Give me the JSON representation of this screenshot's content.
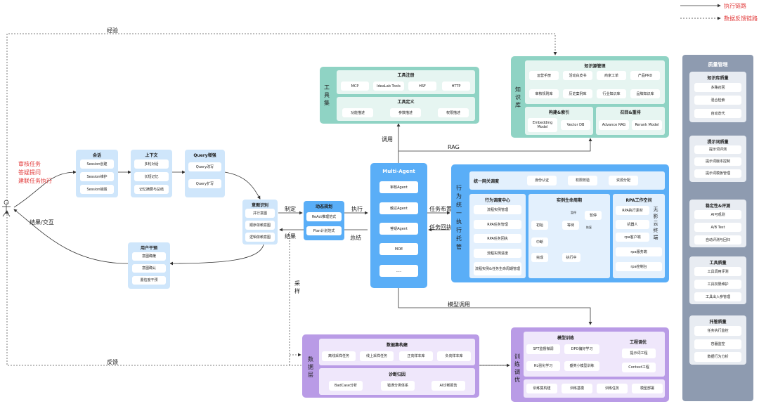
{
  "legend": {
    "exec": "执行链路",
    "feedback": "数据反馈链路"
  },
  "user": {
    "tasks": [
      "审核任务",
      "答疑提问",
      "建联任务执行"
    ],
    "result": "结果/交互"
  },
  "top_label": "经验",
  "bottom_label": "反馈",
  "session": {
    "title": "会话",
    "items": [
      "Session创建",
      "Session维护",
      "Session销毁"
    ]
  },
  "context": {
    "title": "上下文",
    "items": [
      "多轮对话",
      "长短记忆",
      "记忆摘要与总结"
    ]
  },
  "query": {
    "title": "Query增强",
    "items": [
      "Query改写",
      "Query扩写"
    ]
  },
  "intent": {
    "title": "意图识别",
    "items": [
      "并行意图",
      "顺序依赖意图",
      "逻辑依赖意图"
    ]
  },
  "userint": {
    "title": "用户干预",
    "items": [
      "意图确権",
      "意图确认",
      "置信度干预"
    ]
  },
  "plan": {
    "title": "动态规划",
    "items": [
      "ReAct推理范式",
      "Plan计划范式"
    ]
  },
  "edges": {
    "make": "制定",
    "exec": "执行",
    "result": "结果",
    "summary": "总结",
    "sample": "采样",
    "call": "调用",
    "rag": "RAG",
    "assign": "任务布置",
    "back": "任务回执",
    "model_call": "模型调用"
  },
  "agent": {
    "title": "Multi-Agent",
    "items": [
      "审核Agent",
      "触达Agent",
      "答疑Agent",
      "MOE",
      "....."
    ]
  },
  "tools": {
    "side": "工具集",
    "reg_title": "工具注册",
    "reg": [
      "MCP",
      "IdeaLab Tools",
      "HSF",
      "HTTP"
    ],
    "def_title": "工具定义",
    "def": [
      "功能描述",
      "参数描述",
      "权限描述"
    ]
  },
  "kb": {
    "side": "知识库",
    "title": "知识源管理",
    "row1": [
      "运营手册",
      "活动白皮书",
      "商家工单",
      "产品PRD"
    ],
    "row2": [
      "审核规则库",
      "历史案例库",
      "行业知识库",
      "品牌知识库"
    ],
    "idx_title": "构建&索引",
    "idx": [
      "Embedding Model",
      "Vector DB"
    ],
    "rec_title": "召回&重排",
    "rec": [
      "Advance RAG",
      "Rerank Model"
    ]
  },
  "exec": {
    "side": "行为统一执行托管",
    "gw_title": "统一网关调度",
    "gw": [
      "身份认证",
      "权限校验",
      "资源分配"
    ],
    "center_title": "行为调度中心",
    "center": [
      "流程实例管理",
      "RPA任务管理",
      "RPA任务回执",
      "流程实例进度",
      "流程实例&任务生命周期管理"
    ],
    "life_title": "实例生命周期",
    "life": [
      "初始",
      "等待",
      "暂停",
      "中断",
      "执行中",
      "完成"
    ],
    "life_edges": [
      "暂停",
      "恢复"
    ],
    "rpa_title": "RPA工作空间",
    "rpa": [
      "RPA执行素材",
      "机器人",
      "rpa客户端",
      "rpa服务端",
      "rpa控制台"
    ],
    "cloud": "无影云终端"
  },
  "data": {
    "side": "数据层",
    "build_title": "数据集构建",
    "build": [
      "离线采样任务",
      "线上采样任务",
      "正向样本库",
      "负向样本库"
    ],
    "diag_title": "诊断归因",
    "diag": [
      "BadCase分析",
      "错误分类体系",
      "AI诊断报告"
    ]
  },
  "train": {
    "side": "训练调优",
    "model_title": "模型训练",
    "model": [
      "SFT监督微调",
      "DPO偏好学习",
      "RL强化学习",
      "垂类小模型训练"
    ],
    "eng_title": "工程调优",
    "eng": [
      "提示词工程",
      "Context工程"
    ],
    "bottom": [
      "训练集构建",
      "训练基模",
      "训练任务",
      "模型部署"
    ]
  },
  "quality": {
    "title": "质量管理",
    "groups": [
      {
        "title": "知识库质量",
        "items": [
          "多路召回",
          "混合检索",
          "自动迭代"
        ]
      },
      {
        "title": "提示词质量",
        "items": [
          "提示词评测",
          "提示词版本控制",
          "提示词模板管理"
        ]
      },
      {
        "title": "稳定性&评测",
        "items": [
          "AI可观测",
          "A/B Test",
          "自动评测与回归"
        ]
      },
      {
        "title": "工具质量",
        "items": [
          "工具调用评测",
          "工具权限维护",
          "工具出入参管理"
        ]
      },
      {
        "title": "托管质量",
        "items": [
          "任务执行监控",
          "容器监控",
          "数据行为分析"
        ]
      }
    ]
  },
  "colors": {
    "blue": "#5aaef7",
    "light_blue": "#cfe6fb",
    "teal": "#8fd3c4",
    "purple": "#b99be6",
    "gray": "#8e9bb0",
    "legend_red": "#e23b3b"
  }
}
